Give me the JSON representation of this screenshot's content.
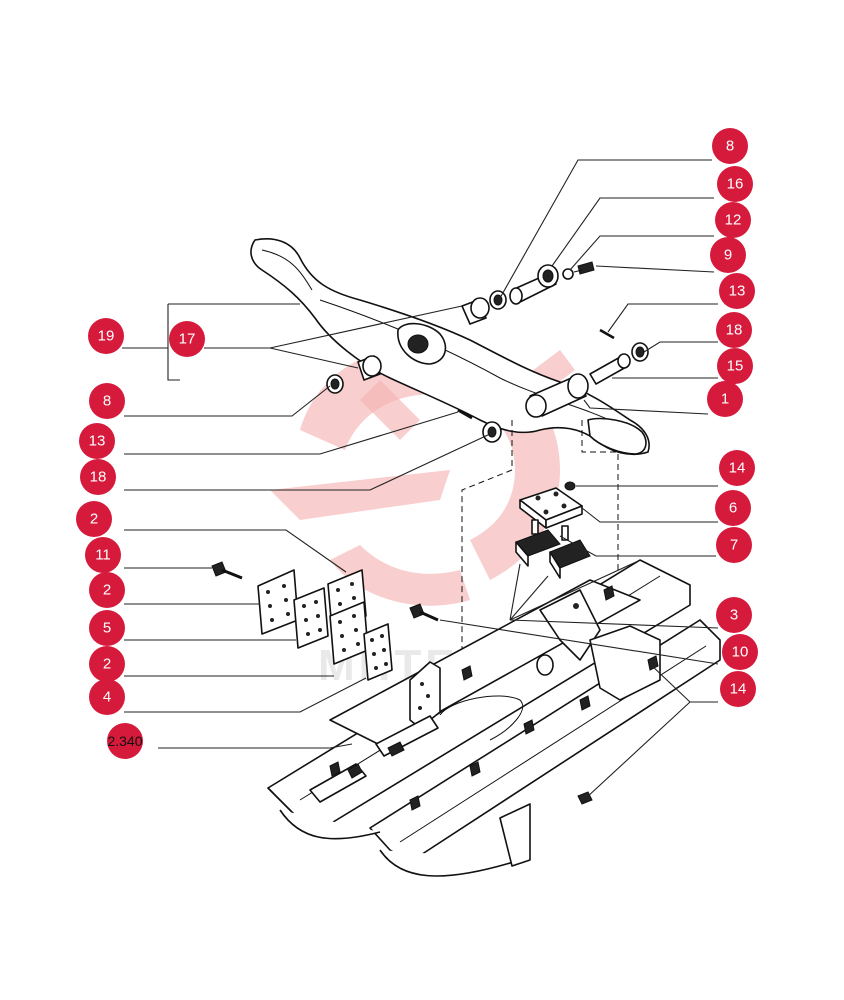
{
  "diagram": {
    "watermark_text": "MHTEX",
    "callouts": [
      {
        "id": "c-8-top",
        "label": "8"
      },
      {
        "id": "c-16",
        "label": "16"
      },
      {
        "id": "c-12",
        "label": "12"
      },
      {
        "id": "c-9",
        "label": "9"
      },
      {
        "id": "c-13-right",
        "label": "13"
      },
      {
        "id": "c-18-right",
        "label": "18"
      },
      {
        "id": "c-15",
        "label": "15"
      },
      {
        "id": "c-1",
        "label": "1"
      },
      {
        "id": "c-19",
        "label": "19"
      },
      {
        "id": "c-17",
        "label": "17"
      },
      {
        "id": "c-8-left",
        "label": "8"
      },
      {
        "id": "c-13-left",
        "label": "13"
      },
      {
        "id": "c-18-left",
        "label": "18"
      },
      {
        "id": "c-14-upper",
        "label": "14"
      },
      {
        "id": "c-6",
        "label": "6"
      },
      {
        "id": "c-7",
        "label": "7"
      },
      {
        "id": "c-2-a",
        "label": "2"
      },
      {
        "id": "c-11",
        "label": "11"
      },
      {
        "id": "c-2-b",
        "label": "2"
      },
      {
        "id": "c-5",
        "label": "5"
      },
      {
        "id": "c-2-c",
        "label": "2"
      },
      {
        "id": "c-4",
        "label": "4"
      },
      {
        "id": "c-3",
        "label": "3"
      },
      {
        "id": "c-10",
        "label": "10"
      },
      {
        "id": "c-14-lower",
        "label": "14"
      },
      {
        "id": "c-2340",
        "label": "2.340"
      }
    ]
  }
}
